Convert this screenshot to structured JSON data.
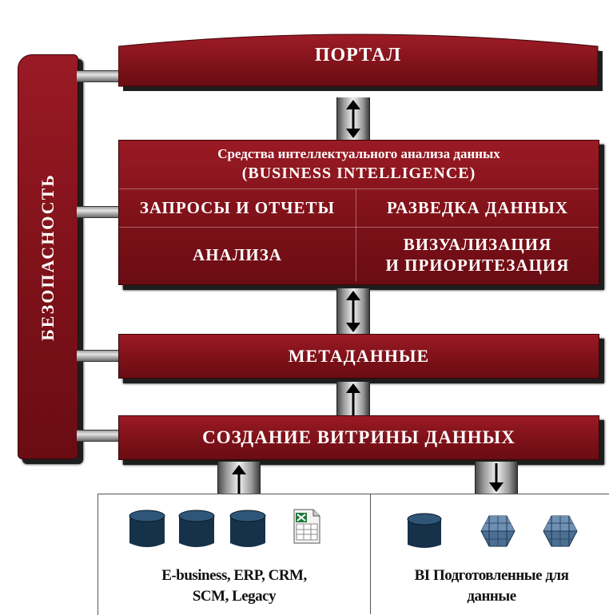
{
  "security": {
    "label": "БЕЗОПАСНОСТЬ"
  },
  "portal": {
    "label": "ПОРТАЛ"
  },
  "bi": {
    "title": "Средства интеллектуального анализа данных",
    "subtitle": "(BUSINESS INTELLIGENCE)",
    "cells": {
      "queries": "ЗАПРОСЫ И ОТЧЕТЫ",
      "mining": "РАЗВЕДКА ДАННЫХ",
      "analysis": "АНАЛИЗА",
      "visualization_line1": "ВИЗУАЛИЗАЦИЯ",
      "visualization_line2": "И ПРИОРИТЕЗАЦИЯ"
    }
  },
  "metadata": {
    "label": "МЕТАДАННЫЕ"
  },
  "datamart": {
    "label": "СОЗДАНИЕ ВИТРИНЫ ДАННЫХ"
  },
  "sources": {
    "left_line1": "E-business, ERP, CRM,",
    "left_line2": "SCM, Legacy",
    "right_line1": "BI Подготовленные для",
    "right_line2": "данные"
  },
  "icons": {
    "left": [
      "database-icon",
      "database-icon",
      "database-icon",
      "spreadsheet-file-icon"
    ],
    "right": [
      "database-icon",
      "data-cube-icon",
      "data-cube-icon"
    ]
  },
  "colors": {
    "block": "#7e1119",
    "block_border": "#3a0508",
    "shadow": "#1e1e1e",
    "database": "#16324a",
    "cube": "#4c6f92"
  }
}
